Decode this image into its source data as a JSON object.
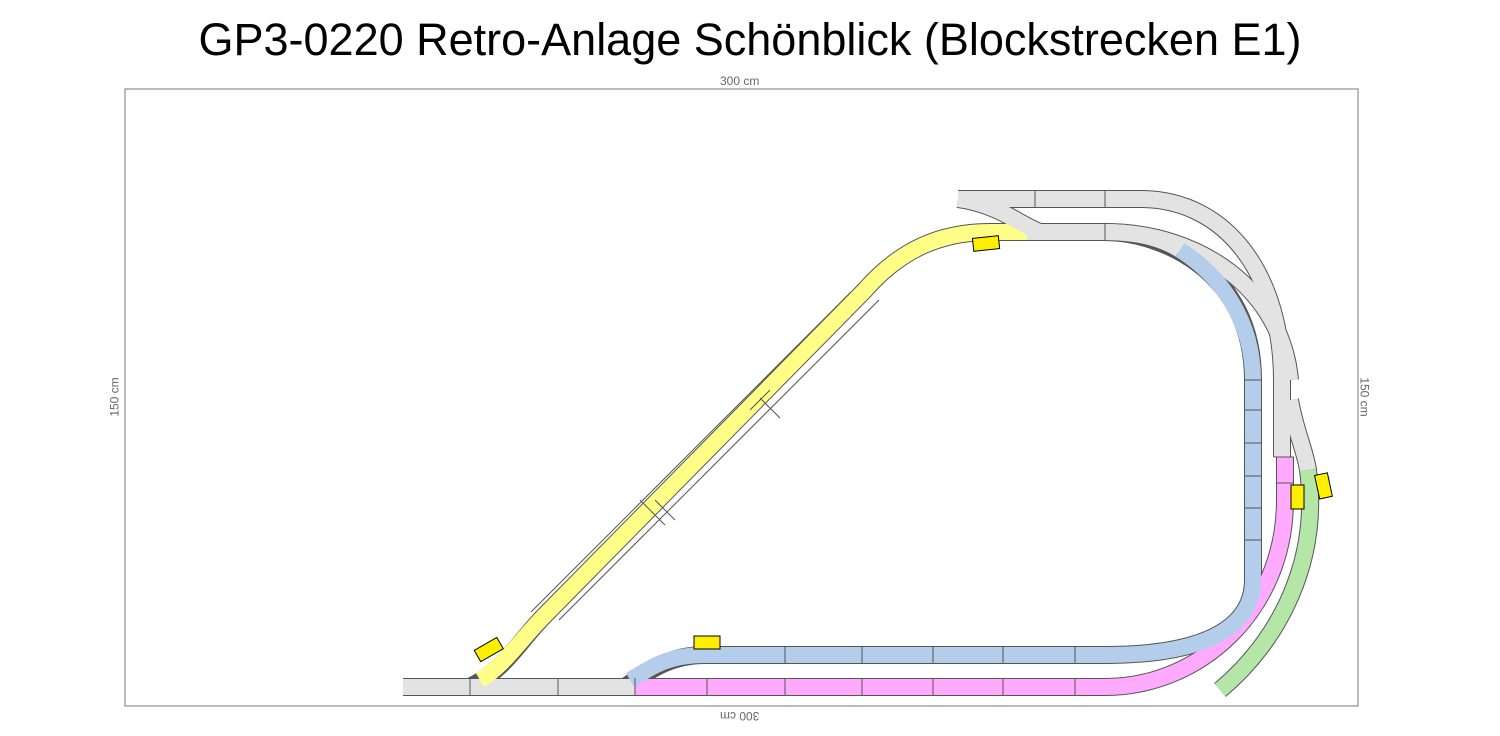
{
  "title": "GP3-0220 Retro-Anlage Schönblick (Blockstrecken E1)",
  "dimensions": {
    "top": "300 cm",
    "bottom": "300 cm",
    "left": "150 cm",
    "right": "150 cm"
  },
  "colors": {
    "neutral": "#e3e3e3",
    "yellow": "#ffff88",
    "blue": "#b4cdea",
    "pink": "#ffaaff",
    "green": "#b4e6a8",
    "loco": "#ffee00"
  }
}
